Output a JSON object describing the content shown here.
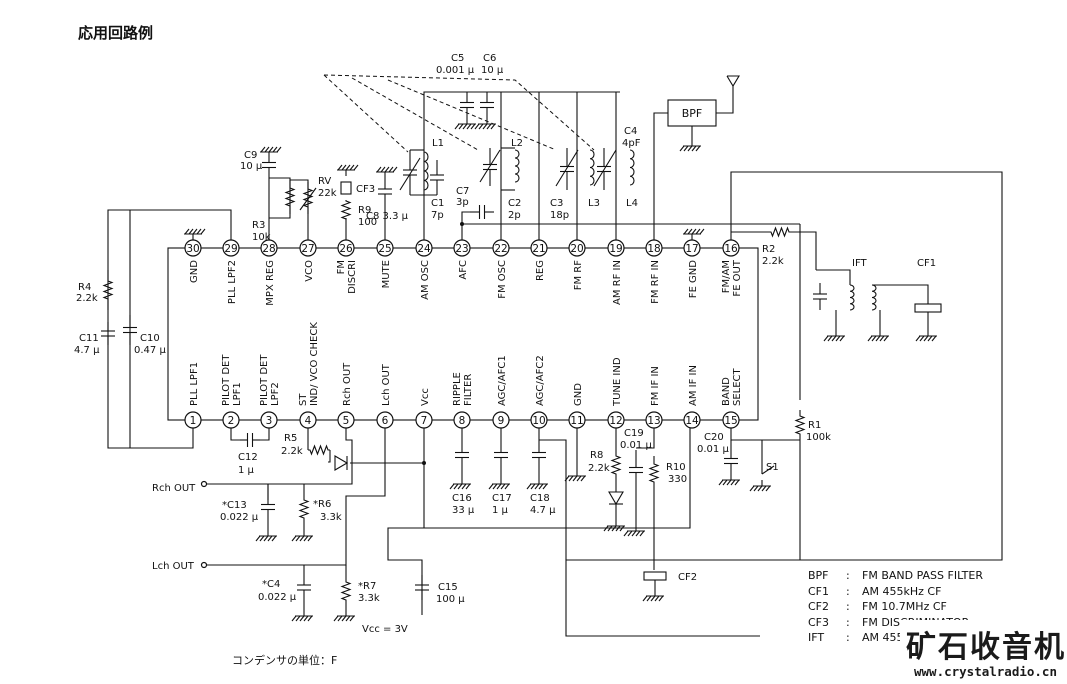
{
  "title": "応用回路例",
  "footnote": "コンデンサの単位：F",
  "ic": {
    "top_pins": [
      {
        "num": "30",
        "label": "GND"
      },
      {
        "num": "29",
        "label": "PLL LPF2"
      },
      {
        "num": "28",
        "label": "MPX REG"
      },
      {
        "num": "27",
        "label": "VCO"
      },
      {
        "num": "26",
        "label": "FM DISCRI"
      },
      {
        "num": "25",
        "label": "MUTE"
      },
      {
        "num": "24",
        "label": "AM OSC"
      },
      {
        "num": "23",
        "label": "AFC"
      },
      {
        "num": "22",
        "label": "FM OSC"
      },
      {
        "num": "21",
        "label": "REG"
      },
      {
        "num": "20",
        "label": "FM RF"
      },
      {
        "num": "19",
        "label": "AM RF IN"
      },
      {
        "num": "18",
        "label": "FM RF IN"
      },
      {
        "num": "17",
        "label": "FE GND"
      },
      {
        "num": "16",
        "label": "FM/AM FE OUT"
      }
    ],
    "bottom_pins": [
      {
        "num": "1",
        "label": "PLL LPF1"
      },
      {
        "num": "2",
        "label": "PILOT DET LPF1"
      },
      {
        "num": "3",
        "label": "PILOT DET LPF2"
      },
      {
        "num": "4",
        "label": "ST IND/ VCO CHECK"
      },
      {
        "num": "5",
        "label": "Rch OUT"
      },
      {
        "num": "6",
        "label": "Lch OUT"
      },
      {
        "num": "7",
        "label": "Vcc"
      },
      {
        "num": "8",
        "label": "RIPPLE FILTER"
      },
      {
        "num": "9",
        "label": "AGC/AFC1"
      },
      {
        "num": "10",
        "label": "AGC/AFC2"
      },
      {
        "num": "11",
        "label": "GND"
      },
      {
        "num": "12",
        "label": "TUNE IND"
      },
      {
        "num": "13",
        "label": "FM IF IN"
      },
      {
        "num": "14",
        "label": "AM IF IN"
      },
      {
        "num": "15",
        "label": "BAND SELECT"
      }
    ]
  },
  "components": {
    "c5": {
      "name": "C5",
      "value": "0.001 μ"
    },
    "c6": {
      "name": "C6",
      "value": "10 μ"
    },
    "c9": {
      "name": "C9",
      "value": "10 μ"
    },
    "rv": {
      "name": "RV",
      "value": "22k"
    },
    "cf3": {
      "name": "CF3"
    },
    "r3": {
      "name": "R3",
      "value": "10k"
    },
    "r9": {
      "name": "R9",
      "value": "100"
    },
    "c8": {
      "name": "C8",
      "value": "3.3 μ"
    },
    "l1": {
      "name": "L1"
    },
    "c1": {
      "name": "C1",
      "value": "7p"
    },
    "c7": {
      "name": "C7",
      "value": "3p"
    },
    "l2": {
      "name": "L2"
    },
    "c2": {
      "name": "C2",
      "value": "2p"
    },
    "c3": {
      "name": "C3",
      "value": "18p"
    },
    "l3": {
      "name": "L3"
    },
    "l4": {
      "name": "L4"
    },
    "c4_top": {
      "name": "C4",
      "value": "4pF"
    },
    "bpf": {
      "name": "BPF"
    },
    "r4": {
      "name": "R4",
      "value": "2.2k"
    },
    "c11": {
      "name": "C11",
      "value": "4.7 μ"
    },
    "c10": {
      "name": "C10",
      "value": "0.47 μ"
    },
    "r2": {
      "name": "R2",
      "value": "2.2k"
    },
    "ift": {
      "name": "IFT"
    },
    "cf1": {
      "name": "CF1"
    },
    "r1": {
      "name": "R1",
      "value": "100k"
    },
    "c12": {
      "name": "C12",
      "value": "1 μ"
    },
    "r5": {
      "name": "R5",
      "value": "2.2k"
    },
    "c13": {
      "name": "*C13",
      "value": "0.022 μ"
    },
    "r6": {
      "name": "*R6",
      "value": "3.3k"
    },
    "c4_bot": {
      "name": "*C4",
      "value": "0.022 μ"
    },
    "r7": {
      "name": "*R7",
      "value": "3.3k"
    },
    "c15": {
      "name": "C15",
      "value": "100 μ"
    },
    "c16": {
      "name": "C16",
      "value": "33 μ"
    },
    "c17": {
      "name": "C17",
      "value": "1 μ"
    },
    "c18": {
      "name": "C18",
      "value": "4.7 μ"
    },
    "r8": {
      "name": "R8",
      "value": "2.2k"
    },
    "c19": {
      "name": "C19",
      "value": "0.01 μ"
    },
    "r10": {
      "name": "R10",
      "value": "330"
    },
    "c20": {
      "name": "C20",
      "value": "0.01 μ"
    },
    "s1": {
      "name": "S1"
    },
    "cf2": {
      "name": "CF2"
    }
  },
  "terminals": {
    "rch_out": "Rch OUT",
    "lch_out": "Lch OUT",
    "vcc": "Vcc = 3V"
  },
  "legend": [
    {
      "key": "BPF",
      "sep": ":",
      "desc": "FM BAND PASS FILTER"
    },
    {
      "key": "CF1",
      "sep": ":",
      "desc": "AM 455kHz CF"
    },
    {
      "key": "CF2",
      "sep": ":",
      "desc": "FM 10.7MHz CF"
    },
    {
      "key": "CF3",
      "sep": ":",
      "desc": "FM DISCRIMINATOR"
    },
    {
      "key": "IFT",
      "sep": ":",
      "desc": "AM 455k"
    }
  ],
  "watermark": {
    "cn": "矿石收音机",
    "url": "www.crystalradio.cn"
  }
}
